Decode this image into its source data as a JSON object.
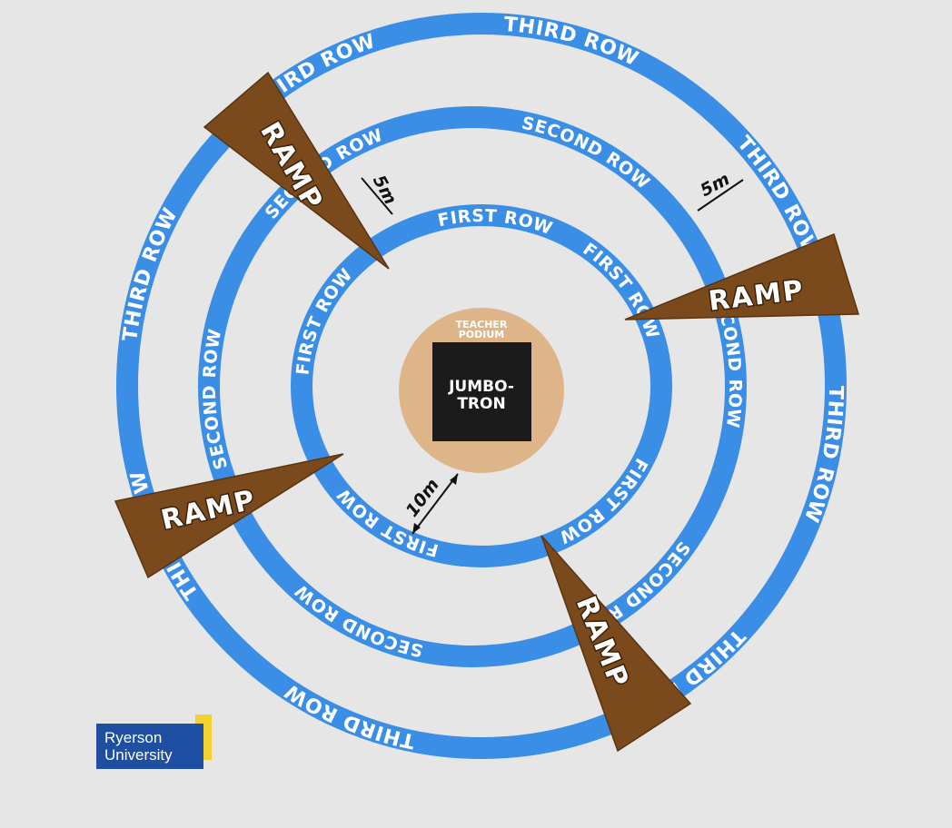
{
  "rows": [
    {
      "name": "first",
      "label": "FIRST ROW"
    },
    {
      "name": "second",
      "label": "SECOND ROW"
    },
    {
      "name": "third",
      "label": "THIRD ROW"
    }
  ],
  "ramp_label": "RAMP",
  "center": {
    "podium_label_line1": "TEACHER",
    "podium_label_line2": "PODIUM",
    "jumbotron_line1": "JUMBO-",
    "jumbotron_line2": "TRON"
  },
  "measurements": [
    {
      "name": "inner-spacing",
      "value": "10m"
    },
    {
      "name": "first-second-spacing",
      "value": "5m"
    },
    {
      "name": "second-third-spacing",
      "value": "5m"
    }
  ],
  "logo": {
    "line1": "Ryerson",
    "line2": "University"
  },
  "colors": {
    "background": "#e6e6e6",
    "ring": "#3a8ee6",
    "ramp": "#7a4a1c",
    "podium": "#deb489",
    "jumbotron": "#1b1b1b",
    "logo": "#1e4fa3",
    "logo_accent": "#f2d22e"
  }
}
